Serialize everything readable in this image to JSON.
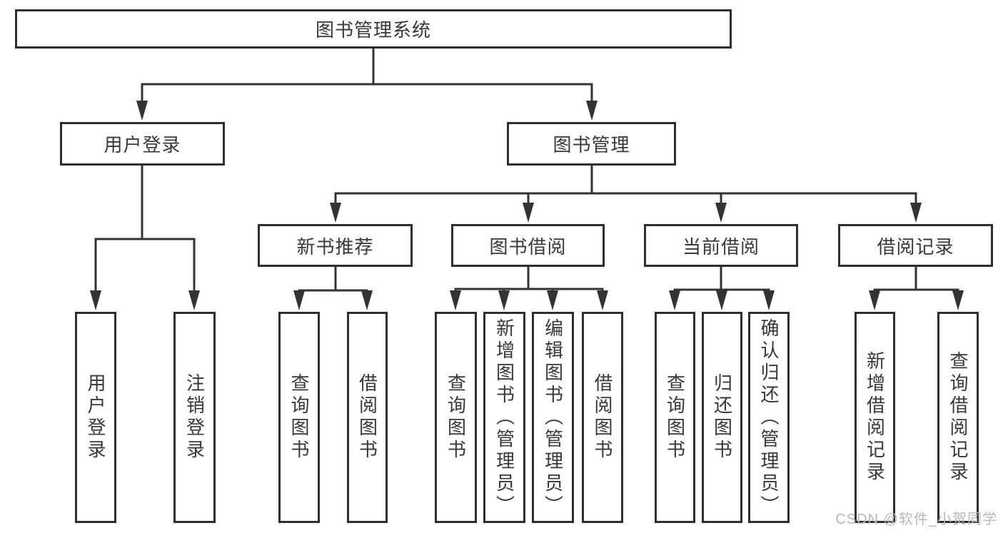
{
  "tree": {
    "label": "图书管理系统",
    "children": [
      {
        "label": "用户登录",
        "children": [
          {
            "label": "用户登录"
          },
          {
            "label": "注销登录"
          }
        ]
      },
      {
        "label": "图书管理",
        "children": [
          {
            "label": "新书推荐",
            "children": [
              {
                "label": "查询图书"
              },
              {
                "label": "借阅图书"
              }
            ]
          },
          {
            "label": "图书借阅",
            "children": [
              {
                "label": "查询图书"
              },
              {
                "label": "新增图书（管理员）"
              },
              {
                "label": "编辑图书（管理员）"
              },
              {
                "label": "借阅图书"
              }
            ]
          },
          {
            "label": "当前借阅",
            "children": [
              {
                "label": "查询图书"
              },
              {
                "label": "归还图书"
              },
              {
                "label": "确认归还（管理员）"
              }
            ]
          },
          {
            "label": "借阅记录",
            "children": [
              {
                "label": "新增借阅记录"
              },
              {
                "label": "查询借阅记录"
              }
            ]
          }
        ]
      }
    ]
  },
  "watermark": {
    "text": "CSDN @软件_小贺同学",
    "color": "#b7b7b7"
  },
  "colors": {
    "line": "#333333",
    "box_border": "#2e2e2e",
    "text": "#383838",
    "background": "#ffffff"
  }
}
